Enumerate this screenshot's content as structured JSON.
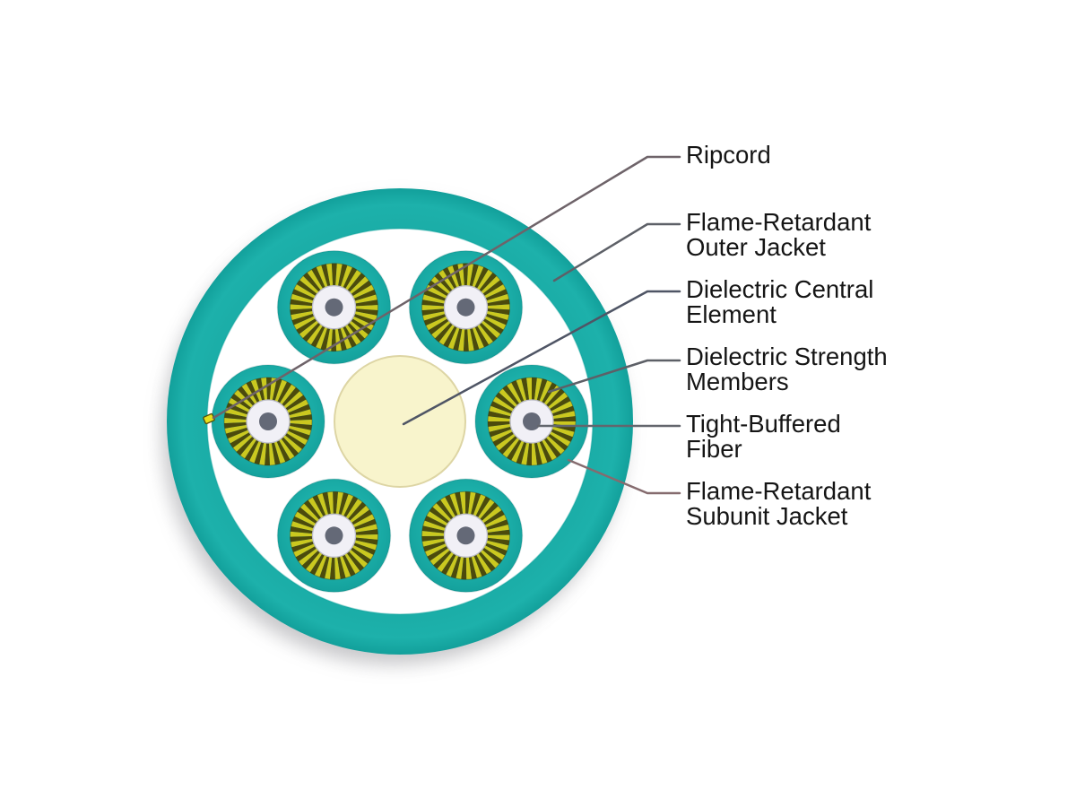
{
  "diagram": {
    "subject": "Tight-buffered fiber optic cable cross-section",
    "labels": [
      {
        "id": "ripcord",
        "lines": [
          "Ripcord",
          ""
        ]
      },
      {
        "id": "flame-retardant-outer-jacket",
        "lines": [
          "Flame-Retardant",
          "Outer Jacket"
        ]
      },
      {
        "id": "dielectric-central-element",
        "lines": [
          "Dielectric Central",
          "Element"
        ]
      },
      {
        "id": "dielectric-strength-members",
        "lines": [
          "Dielectric Strength",
          "Members"
        ]
      },
      {
        "id": "tight-buffered-fiber",
        "lines": [
          "Tight-Buffered",
          "Fiber"
        ]
      },
      {
        "id": "flame-retardant-subunit-jacket",
        "lines": [
          "Flame-Retardant",
          "Subunit Jacket"
        ]
      }
    ],
    "leader_colors": {
      "ripcord": "#6e6369",
      "flame-retardant-outer-jacket": "#5d6067",
      "dielectric-central-element": "#4f5565",
      "dielectric-strength-members": "#5d6067",
      "tight-buffered-fiber": "#63666d",
      "flame-retardant-subunit-jacket": "#856b6e"
    },
    "colors": {
      "background": "#ffffff",
      "jacket_teal": "#1aaca6",
      "jacket_teal_edge": "#12a09b",
      "subunit_teal": "#1db1ab",
      "subunit_teal_edge": "#14a19c",
      "yarn_bright": "#cbc81f",
      "yarn_dark": "#4c4a0c",
      "buffer_white": "#f1f0f6",
      "buffer_border": "#bcbcc6",
      "fiber_gray": "#646977",
      "central_cream": "#f8f4cc",
      "central_border": "#ddd5a4",
      "ripcord_yellow": "#e7e01c",
      "ripcord_outline": "#55520d",
      "text": "#151515",
      "shadow": "#8a8a90"
    }
  }
}
